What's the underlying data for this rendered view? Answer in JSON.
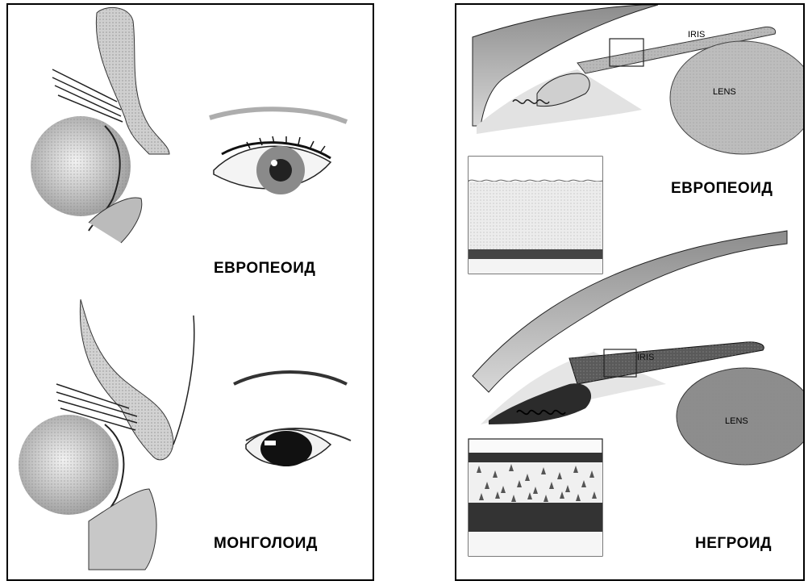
{
  "left_panel": {
    "caption_top": "ЕВРОПЕОИД",
    "caption_bottom": "МОНГОЛОИД"
  },
  "right_panel": {
    "iris_label_top": "IRIS",
    "lens_label_top": "LENS",
    "caption_top": "ЕВРОПЕОИД",
    "iris_label_bottom": "IRIS",
    "lens_label_bottom": "LENS",
    "caption_bottom": "НЕГРОИД"
  }
}
